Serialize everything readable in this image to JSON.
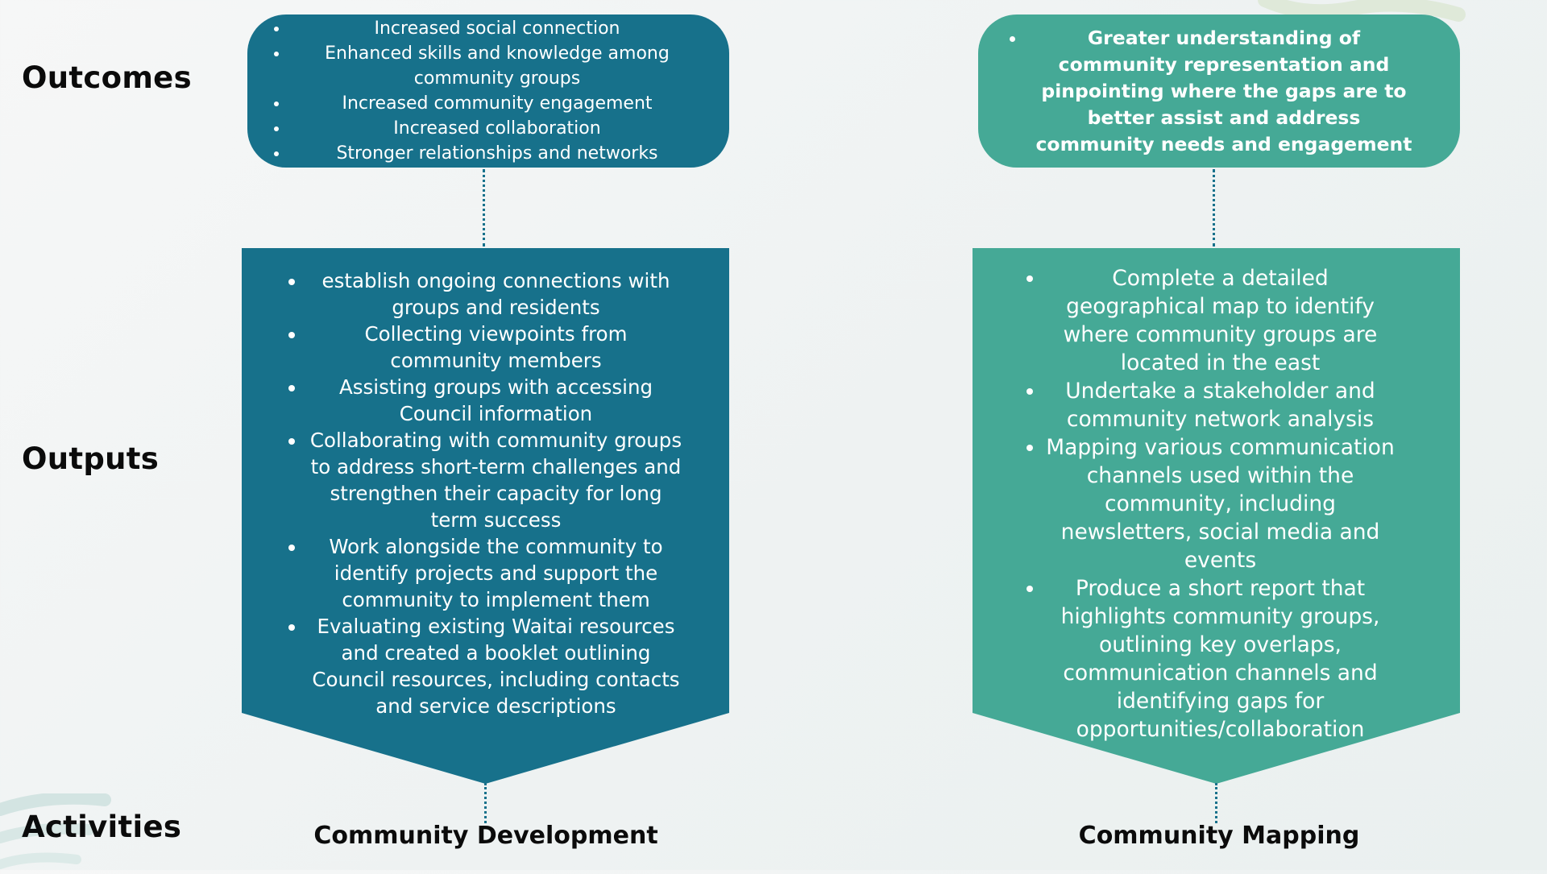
{
  "colors": {
    "community_development": "#17718b",
    "community_mapping": "#45a996",
    "label_text": "#0b0b0b"
  },
  "row_labels": {
    "outcomes": "Outcomes",
    "outputs": "Outputs",
    "activities": "Activities"
  },
  "columns": [
    {
      "activity": "Community Development",
      "outcomes": [
        "Increased social connection",
        "Enhanced skills and knowledge among community groups",
        "Increased community engagement",
        "Increased collaboration",
        "Stronger relationships and networks"
      ],
      "outputs": [
        "establish ongoing connections with groups and residents",
        "Collecting viewpoints from community members",
        "Assisting groups with accessing Council information",
        "Collaborating with community groups to address short-term challenges and strengthen their capacity for long term success",
        "Work alongside the community to identify projects and support the community to implement them",
        "Evaluating existing Waitai resources and created a booklet outlining Council resources, including contacts and service descriptions"
      ]
    },
    {
      "activity": "Community Mapping",
      "outcomes": [
        "Greater understanding of community representation and pinpointing where the gaps are to better assist and address community needs and engagement"
      ],
      "outputs": [
        "Complete a detailed geographical map to identify where community groups are located in the east",
        "Undertake a stakeholder and community network analysis",
        "Mapping various communication channels used within the community, including newsletters, social media and events",
        "Produce a short report that highlights community groups, outlining key overlaps, communication channels and identifying gaps for opportunities/collaboration"
      ]
    }
  ]
}
